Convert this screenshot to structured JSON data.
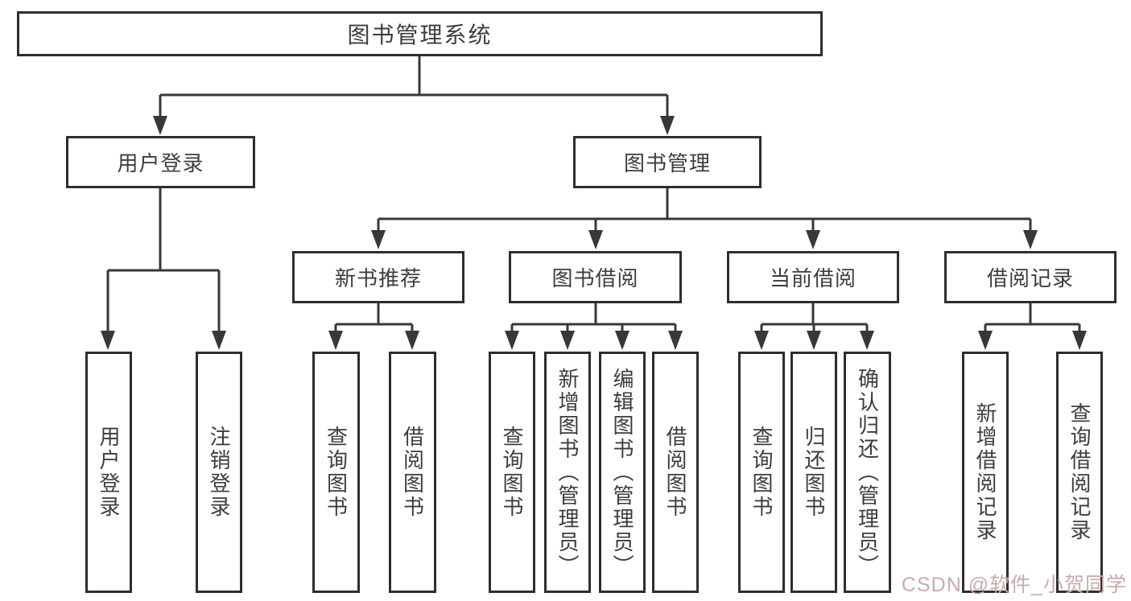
{
  "diagram": {
    "root": {
      "label": "图书管理系统"
    },
    "branches": [
      {
        "label": "用户登录",
        "children": [
          {
            "label": "用户登录"
          },
          {
            "label": "注销登录"
          }
        ]
      },
      {
        "label": "图书管理",
        "children": [
          {
            "label": "新书推荐",
            "children": [
              {
                "label": "查询图书"
              },
              {
                "label": "借阅图书"
              }
            ]
          },
          {
            "label": "图书借阅",
            "children": [
              {
                "label": "查询图书"
              },
              {
                "label": "新增图书（管理员）"
              },
              {
                "label": "编辑图书（管理员）"
              },
              {
                "label": "借阅图书"
              }
            ]
          },
          {
            "label": "当前借阅",
            "children": [
              {
                "label": "查询图书"
              },
              {
                "label": "归还图书"
              },
              {
                "label": "确认归还（管理员）"
              }
            ]
          },
          {
            "label": "借阅记录",
            "children": [
              {
                "label": "新增借阅记录"
              },
              {
                "label": "查询借阅记录"
              }
            ]
          }
        ]
      }
    ]
  },
  "watermark": {
    "text": "CSDN @软件_小贺同学"
  },
  "colors": {
    "line": "#383838",
    "border": "#2e2e2e",
    "text": "#3d3d3d",
    "watermark_color": "#c9abab",
    "background": "#ffffff"
  }
}
